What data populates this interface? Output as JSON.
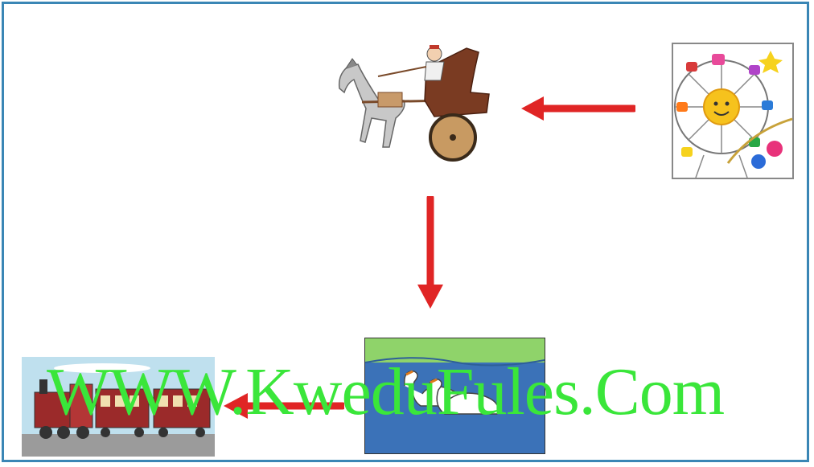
{
  "watermark": {
    "text": "WWW.KweduFules.Com",
    "color": "#3ae63a"
  },
  "colors": {
    "frame": "#3a86b5",
    "arrow": "#e02525"
  },
  "nodes": [
    {
      "id": "ferris-wheel",
      "icon": "ferris-wheel-icon"
    },
    {
      "id": "horse-carriage",
      "icon": "horse-carriage-icon"
    },
    {
      "id": "swans-lake",
      "icon": "swans-icon"
    },
    {
      "id": "steam-train",
      "icon": "train-icon"
    }
  ],
  "edges": [
    {
      "from": "ferris-wheel",
      "to": "horse-carriage"
    },
    {
      "from": "horse-carriage",
      "to": "swans-lake"
    },
    {
      "from": "swans-lake",
      "to": "steam-train"
    }
  ]
}
